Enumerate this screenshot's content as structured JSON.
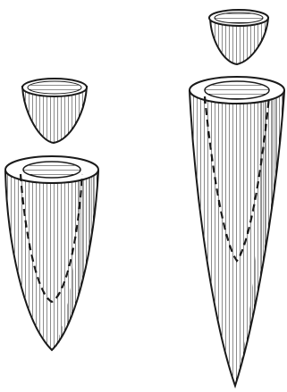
{
  "image": {
    "subject": "engraving",
    "figures": [
      {
        "name": "cup-small"
      },
      {
        "name": "cone-short"
      },
      {
        "name": "cup-tall"
      },
      {
        "name": "cone-tall"
      }
    ],
    "colors": {
      "ink": "#1a1a1a",
      "paper": "#ffffff",
      "shade": "#6f6f6f"
    }
  }
}
